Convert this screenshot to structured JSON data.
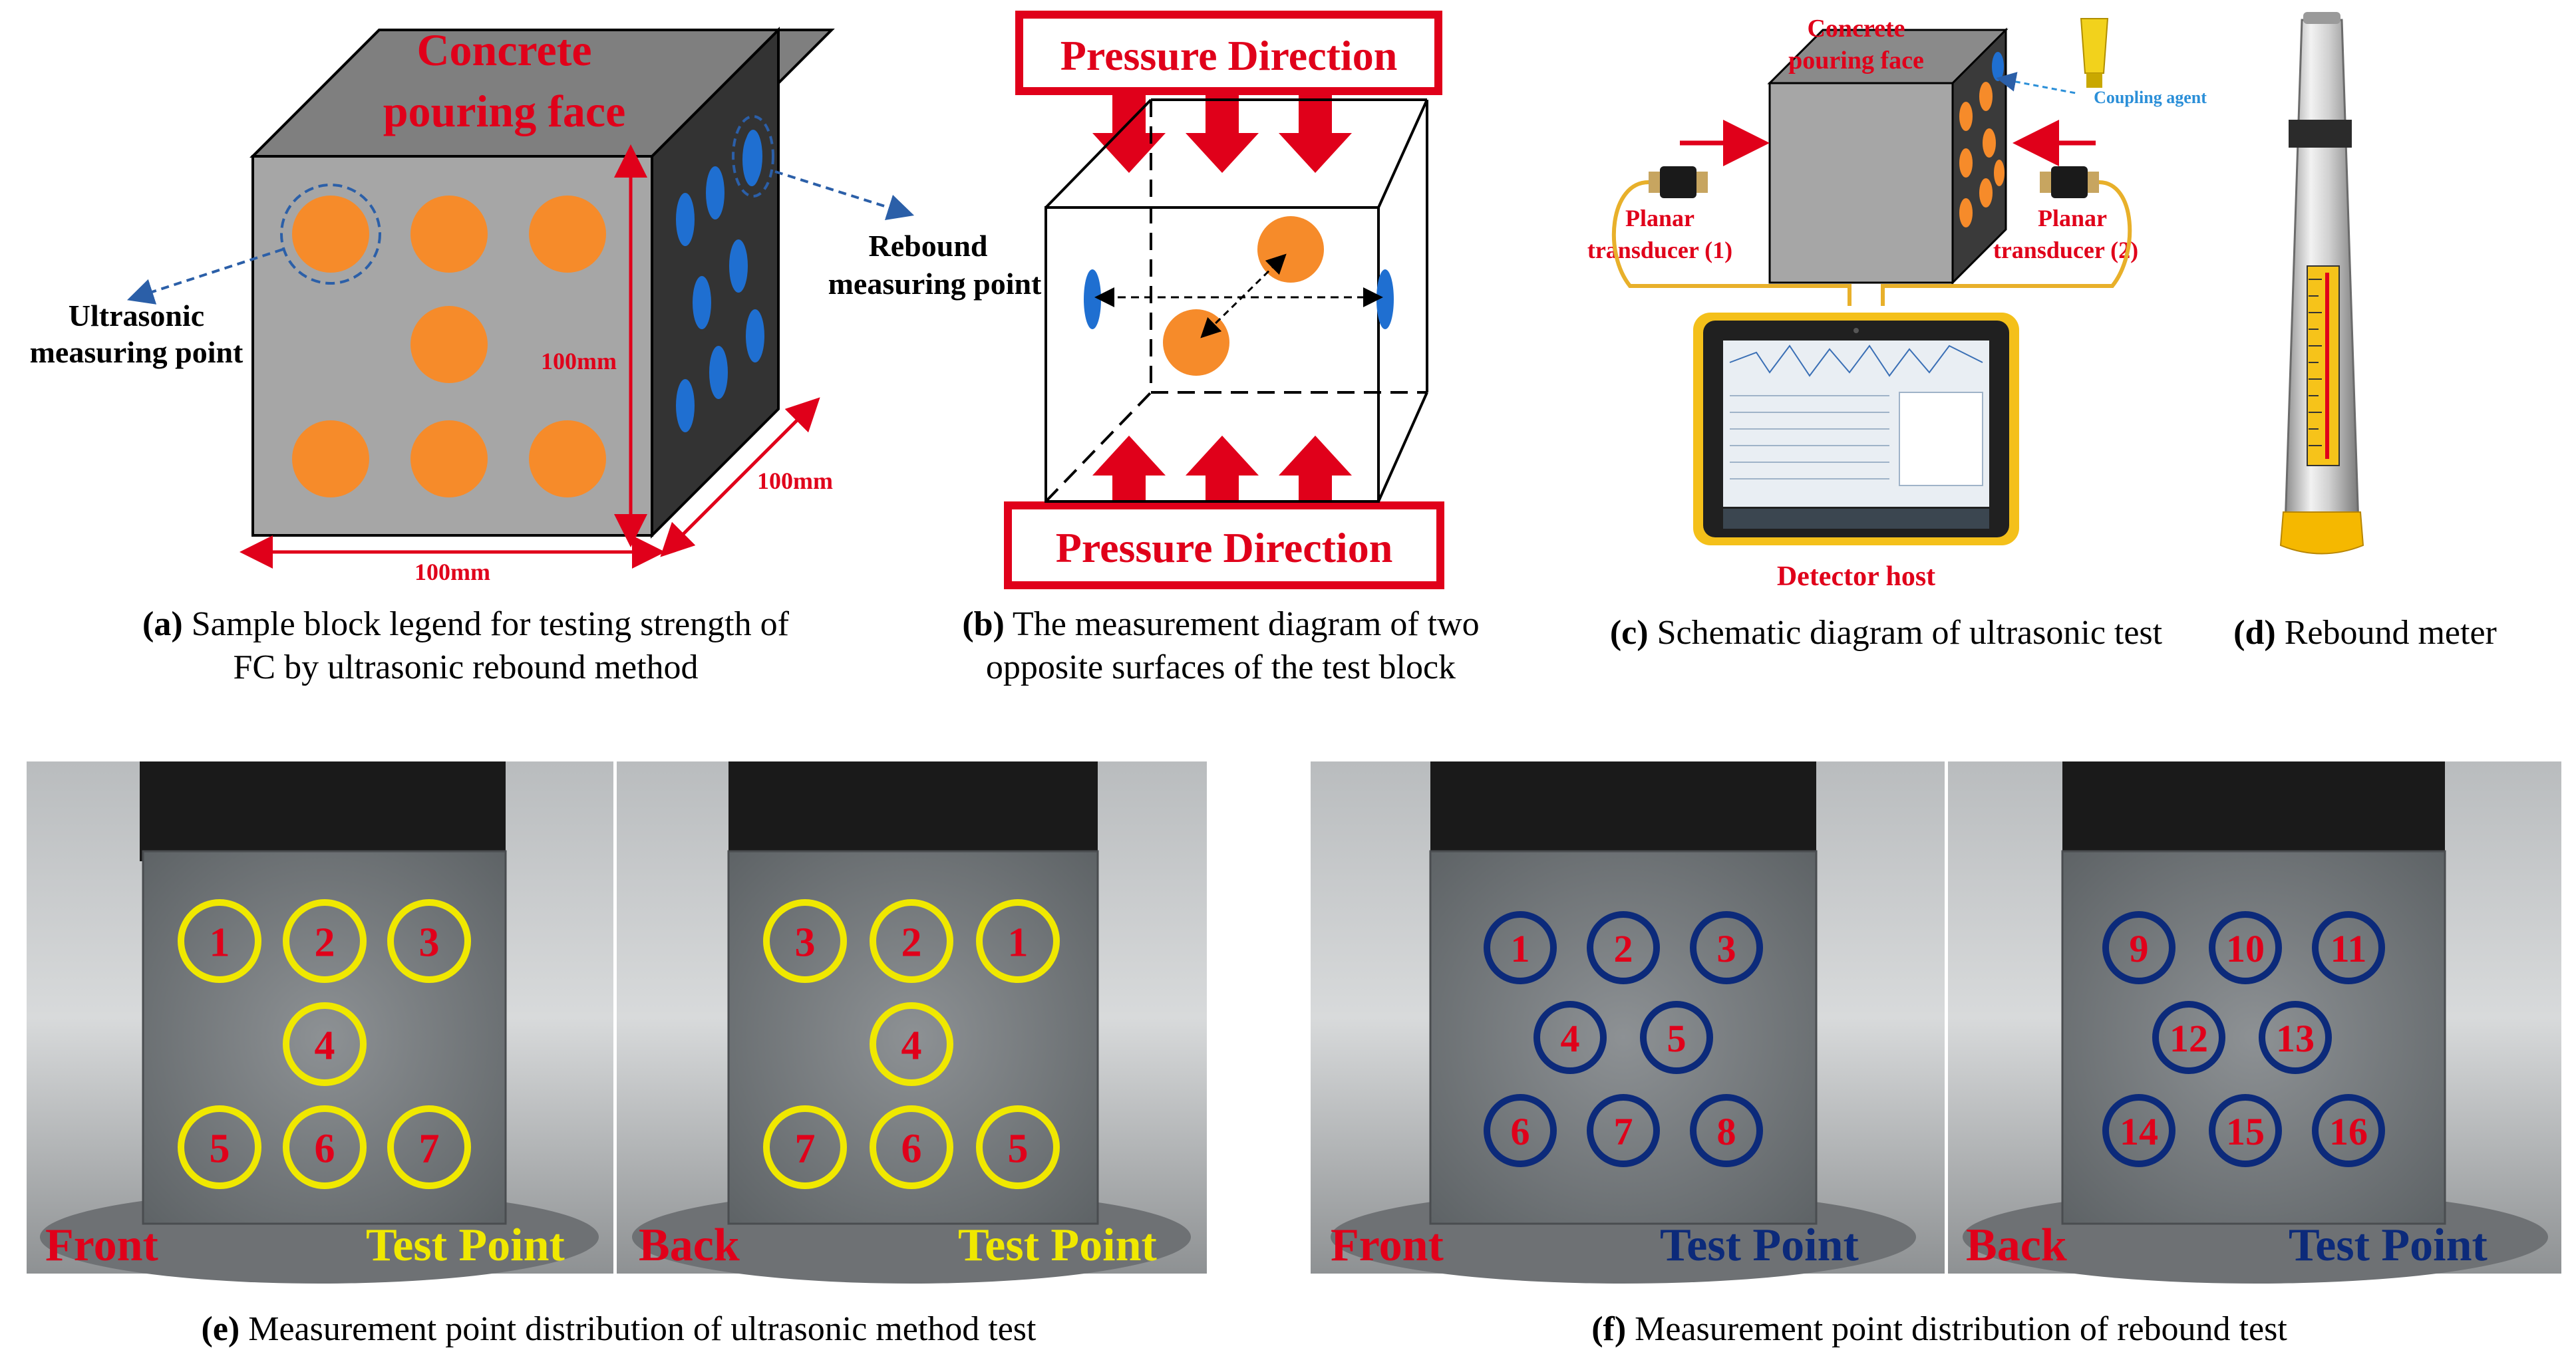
{
  "panel_a": {
    "pouring_face_line1": "Concrete",
    "pouring_face_line2": "pouring face",
    "ultrasonic_line1": "Ultrasonic",
    "ultrasonic_line2": "measuring point",
    "rebound_line1": "Rebound",
    "rebound_line2": "measuring point",
    "dim_front": "100mm",
    "dim_side": "100mm",
    "dim_bottom": "100mm",
    "caption_tag": "(a)",
    "caption_line1": " Sample block legend for testing strength of",
    "caption_line2": "FC by ultrasonic rebound method",
    "colors": {
      "block_front": "#a6a6a6",
      "block_top": "#808080",
      "block_side": "#3a3a3a",
      "ultrasonic_point": "#f68b2a",
      "rebound_point": "#1f6fd1",
      "dimension": "#e0001a",
      "callout": "#2b5fa8"
    }
  },
  "panel_b": {
    "pressure_top": "Pressure Direction",
    "pressure_bottom": "Pressure Direction",
    "caption_tag": "(b)",
    "caption_line1": " The measurement diagram of two",
    "caption_line2": "opposite surfaces of the test block"
  },
  "panel_c": {
    "pouring_face_line1": "Concrete",
    "pouring_face_line2": "pouring face",
    "coupling_agent": "Coupling agent",
    "transducer_left_line1": "Planar",
    "transducer_left_line2": "transducer  (1)",
    "transducer_right_line1": "Planar",
    "transducer_right_line2": "transducer  (2)",
    "detector_host": "Detector host",
    "caption_tag": "(c)",
    "caption_text": " Schematic diagram of ultrasonic test"
  },
  "panel_d": {
    "caption_tag": "(d)",
    "caption_text": " Rebound meter"
  },
  "panel_e": {
    "front_points": [
      "1",
      "2",
      "3",
      "4",
      "5",
      "6",
      "7"
    ],
    "back_points": [
      "3",
      "2",
      "1",
      "4",
      "7",
      "6",
      "5"
    ],
    "front_label": "Front",
    "back_label": "Back",
    "test_point_label": "Test Point",
    "ring_color": "#f0e800",
    "caption_tag": "(e)",
    "caption_text": " Measurement point distribution of ultrasonic method test"
  },
  "panel_f": {
    "front_points": [
      "1",
      "2",
      "3",
      "4",
      "5",
      "6",
      "7",
      "8"
    ],
    "back_points": [
      "9",
      "10",
      "11",
      "12",
      "13",
      "14",
      "15",
      "16"
    ],
    "front_label": "Front",
    "back_label": "Back",
    "test_point_label": "Test Point",
    "ring_color": "#0c2a7a",
    "caption_tag": "(f)",
    "caption_text": " Measurement point distribution of rebound test"
  }
}
